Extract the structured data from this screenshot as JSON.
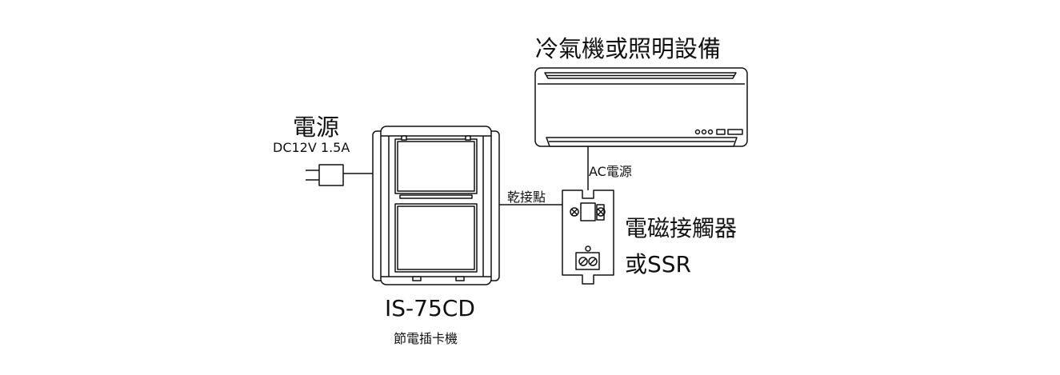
{
  "ac_unit": {
    "title": "冷氣機或照明設備"
  },
  "power_supply": {
    "title": "電源",
    "spec": "DC12V 1.5A"
  },
  "card_switch": {
    "model": "IS-75CD",
    "description": "節電插卡機"
  },
  "wires": {
    "dry_contact_label": "乾接點",
    "ac_power_label": "AC電源"
  },
  "relay": {
    "title_line1": "電磁接觸器",
    "title_line2": "或SSR"
  },
  "colors": {
    "line": "#111111",
    "fill": "#ffffff",
    "panel_shade": "#f2f2f2"
  }
}
